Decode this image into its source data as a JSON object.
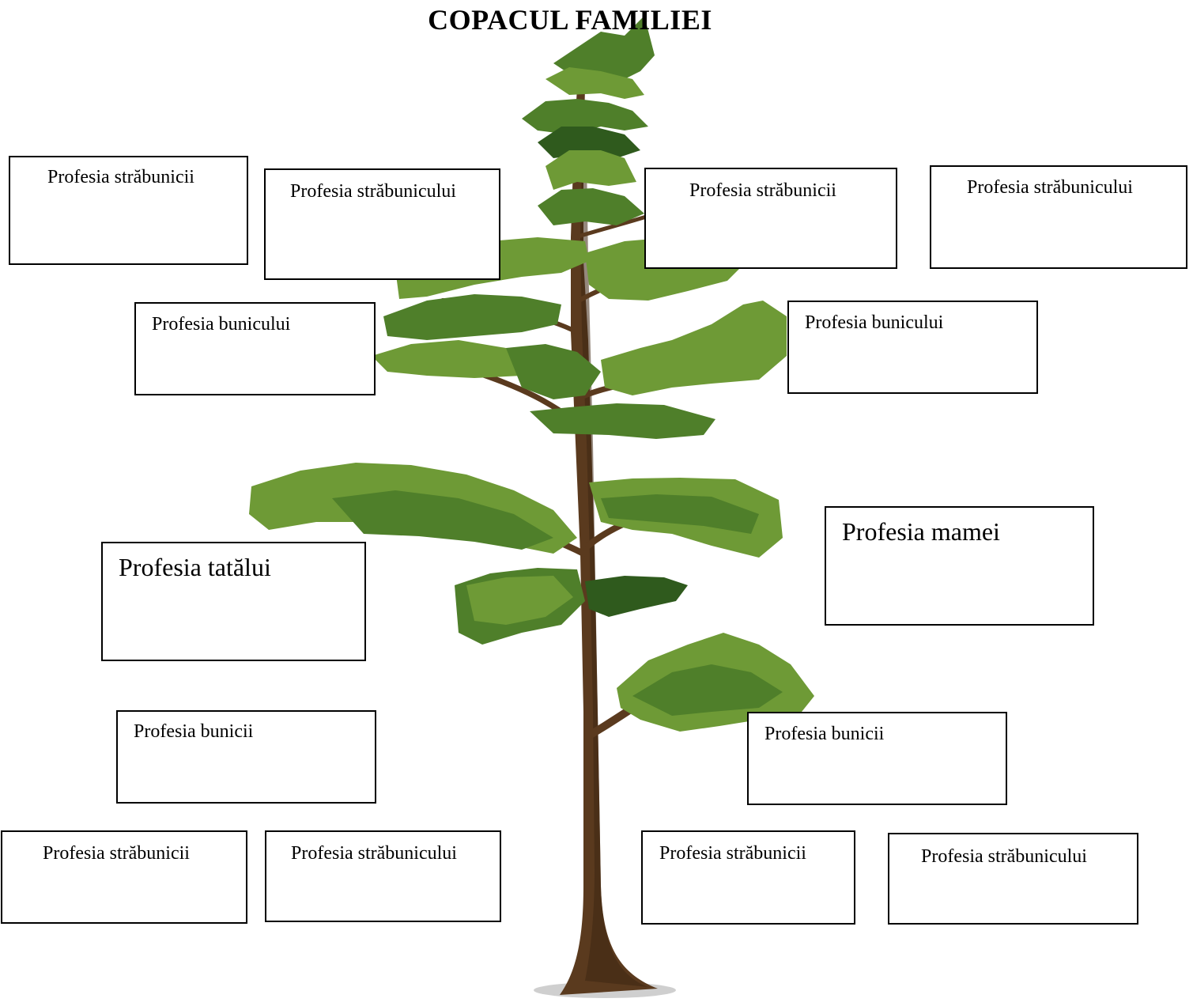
{
  "title": "COPACUL FAMILIEI",
  "boxes": {
    "top_1": "Profesia străbunicii",
    "top_2": "Profesia străbunicului",
    "top_3": "Profesia străbunicii",
    "top_4": "Profesia străbunicului",
    "grandfather_left": "Profesia bunicului",
    "grandfather_right": "Profesia bunicului",
    "father": "Profesia tatălui",
    "mother": "Profesia mamei",
    "grandmother_left": "Profesia bunicii",
    "grandmother_right": "Profesia bunicii",
    "bottom_1": "Profesia străbunicii",
    "bottom_2": "Profesia străbunicului",
    "bottom_3": "Profesia străbunicii",
    "bottom_4": "Profesia străbunicului"
  },
  "colors": {
    "foliage_light": "#6e9a36",
    "foliage_mid": "#4f7f2a",
    "foliage_dark": "#2f5a1d",
    "trunk": "#5a3a1e",
    "trunk_dark": "#3e2612"
  }
}
